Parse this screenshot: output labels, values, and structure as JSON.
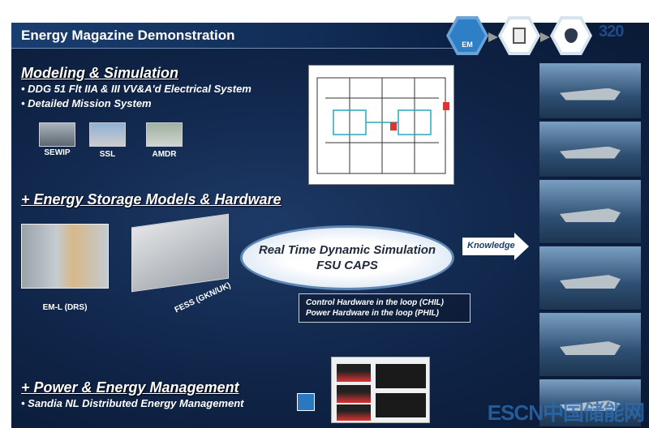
{
  "title": "Energy Magazine Demonstration",
  "process": {
    "step1": "EM",
    "logo": "320"
  },
  "modeling": {
    "heading": "Modeling & Simulation",
    "bullets": [
      "DDG 51 Flt IIA & III VV&A'd Electrical System",
      "Detailed Mission System"
    ],
    "systems": [
      "SEWIP",
      "SSL",
      "AMDR"
    ]
  },
  "storage": {
    "heading": "+ Energy Storage Models & Hardware",
    "items": [
      "EM-L (DRS)",
      "FESS (GKN/UK)"
    ]
  },
  "simulation": {
    "line1": "Real Time Dynamic Simulation",
    "line2": "FSU CAPS",
    "arrow": "Knowledge",
    "hil": [
      "Control Hardware in the loop (CHIL)",
      "Power Hardware in the loop (PHIL)"
    ]
  },
  "power": {
    "heading": "+ Power & Energy Management",
    "bullets": [
      "Sandia NL Distributed Energy Management"
    ]
  },
  "watermark": "ESCN中国储能网",
  "colors": {
    "background": "#0f2447",
    "accent": "#5e86b3"
  }
}
